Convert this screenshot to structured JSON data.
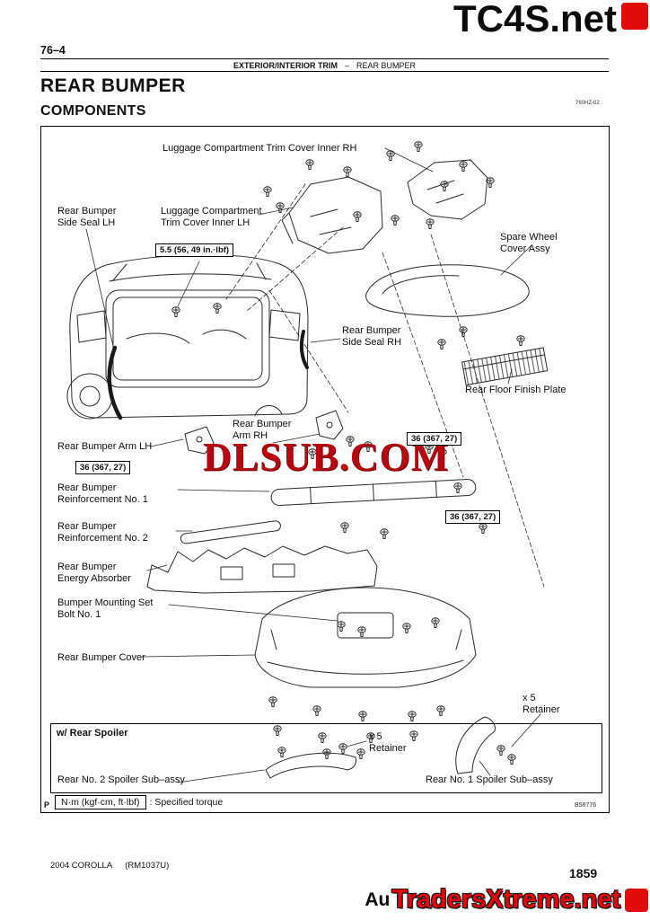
{
  "watermarks": {
    "top_site": "TC4S.net",
    "center_site": "DLSUB.COM",
    "bottom_prefix": "Au",
    "bottom_site": "TradersXtreme.net",
    "print_page_number": "1859"
  },
  "header": {
    "page_ref": "76–4",
    "section": "EXTERIOR/INTERIOR TRIM",
    "separator": "–",
    "topic": "REAR BUMPER"
  },
  "page": {
    "title": "REAR BUMPER",
    "subtitle": "COMPONENTS",
    "doc_code": "760HZ-02"
  },
  "diagram": {
    "labels": {
      "luggage_rh": "Luggage Compartment Trim Cover Inner RH",
      "side_seal_lh": "Rear Bumper\nSide Seal LH",
      "luggage_lh": "Luggage Compartment\nTrim Cover Inner LH",
      "spare_wheel": "Spare Wheel\nCover Assy",
      "side_seal_rh": "Rear Bumper\nSide Seal RH",
      "floor_plate": "Rear Floor Finish Plate",
      "arm_rh": "Rear Bumper\nArm RH",
      "arm_lh": "Rear Bumper Arm LH",
      "reinforcement1": "Rear Bumper\nReinforcement No. 1",
      "reinforcement2": "Rear Bumper\nReinforcement No. 2",
      "absorber": "Rear Bumper\nEnergy Absorber",
      "mounting_bolt": "Bumper Mounting Set\nBolt No. 1",
      "cover": "Rear Bumper Cover",
      "retainer_right": "x 5\nRetainer",
      "retainer_mid": "x 5\nRetainer",
      "spoiler2": "Rear No. 2 Spoiler Sub–assy",
      "spoiler1": "Rear No. 1 Spoiler Sub–assy"
    },
    "torques": {
      "t55": "5.5 (56, 49 in.·lbf)",
      "t36": "36 (367, 27)"
    },
    "spoiler_section": "w/ Rear Spoiler",
    "legend_unit": "N·m (kgf·cm, ft·lbf)",
    "legend_desc": ": Specified torque",
    "figure_code": "B58776",
    "corner_mark": "P"
  },
  "footer": {
    "model": "2004 COROLLA",
    "manual_code": "(RM1037U)"
  }
}
